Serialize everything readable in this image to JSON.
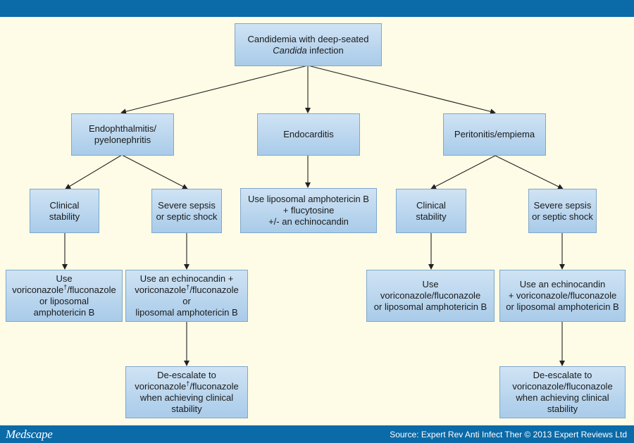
{
  "header": {
    "title": ""
  },
  "footer": {
    "logo": "Medscape",
    "source": "Source: Expert Rev Anti Infect Ther © 2013 Expert Reviews Ltd"
  },
  "nodes": {
    "root": {
      "line1": "Candidemia with deep-seated",
      "line2_italic": "Candida",
      "line2_rest": " infection"
    },
    "endo_pyelo": {
      "line1": "Endophthalmitis/",
      "line2": "pyelonephritis"
    },
    "endocarditis": {
      "line1": "Endocarditis"
    },
    "peritonitis": {
      "line1": "Peritonitis/empiema"
    },
    "left_stable": {
      "line1": "Clinical",
      "line2": "stability"
    },
    "left_sepsis": {
      "line1": "Severe sepsis",
      "line2": "or septic shock"
    },
    "endocarditis_tx": {
      "line1": "Use liposomal amphotericin B",
      "line2": "+ flucytosine",
      "line3": "+/- an echinocandin"
    },
    "right_stable": {
      "line1": "Clinical",
      "line2": "stability"
    },
    "right_sepsis": {
      "line1": "Severe sepsis",
      "line2": "or septic shock"
    },
    "left_stable_tx": {
      "line1": "Use",
      "line2a": "voriconazole",
      "dagger": "†",
      "line2b": "/fluconazole",
      "line3": "or liposomal",
      "line4": "amphotericin B"
    },
    "left_sepsis_tx": {
      "line1": "Use an echinocandin +",
      "line2a": "voriconazole",
      "dagger": "†",
      "line2b": "/fluconazole",
      "line3": "or",
      "line4": "liposomal amphotericin B"
    },
    "right_stable_tx": {
      "line1": "Use",
      "line2": "voriconazole/fluconazole",
      "line3": "or liposomal amphotericin B"
    },
    "right_sepsis_tx": {
      "line1": "Use an echinocandin",
      "line2": "+ voriconazole/fluconazole",
      "line3": "or liposomal amphotericin B"
    },
    "left_deescalate": {
      "line1": "De-escalate to",
      "line2a": "voriconazole",
      "dagger": "†",
      "line2b": "/fluconazole",
      "line3": "when achieving clinical",
      "line4": "stability"
    },
    "right_deescalate": {
      "line1": "De-escalate to",
      "line2": "voriconazole/fluconazole",
      "line3": "when achieving clinical",
      "line4": "stability"
    }
  },
  "colors": {
    "bar": "#0b6aa8",
    "background": "#fefce6",
    "box_top": "#cfe3f4",
    "box_bottom": "#a9cbe9",
    "arrow": "#222222"
  }
}
